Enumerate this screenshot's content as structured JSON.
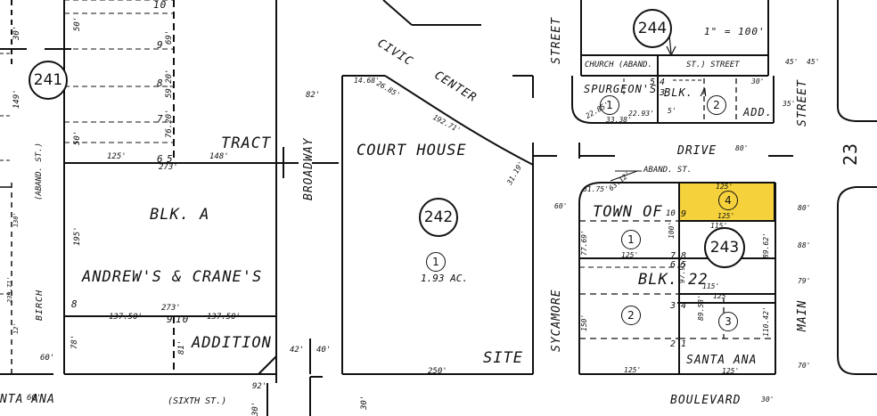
{
  "book_pages": {
    "p241": "241",
    "p242": "242",
    "p243": "243",
    "p244": "244"
  },
  "scale_note": "1\" = 100'",
  "route_number": "23",
  "streets": {
    "birch": "BIRCH",
    "aband_st": "(ABAND. ST.)",
    "broadway": "BROADWAY",
    "sycamore_street": "STREET",
    "sycamore": "SYCAMORE",
    "main": "MAIN",
    "main_street": "STREET",
    "civic": "CIVIC",
    "center": "CENTER",
    "drive": "DRIVE",
    "boulevard": "BOULEVARD",
    "santa_ana_left": "NTA ANA",
    "sixth_st": "(SIXTH ST.)",
    "church_aband": "CHURCH (ABAND.",
    "st_street": "ST.) STREET",
    "aband_st_note": "ABAND. ST."
  },
  "labels": {
    "tract": "TRACT",
    "blk_a_left": "BLK. A",
    "andrews_crane": "ANDREW'S & CRANE'S",
    "addition_left": "ADDITION",
    "court_house": "COURT HOUSE",
    "site": "SITE",
    "acreage": "1.93 AC.",
    "town_of": "TOWN OF",
    "blk_22": "BLK. 22",
    "santa_ana_right": "SANTA ANA",
    "spurgeons": "SPURGEON'S",
    "blk_a_top": "BLK. A",
    "add": "ADD."
  },
  "parcels": {
    "p1_court": "1",
    "p1_town": "1",
    "p2_town": "2",
    "p3_town": "3",
    "p4_town": "4",
    "p1_spurgeon": "1",
    "p2_spurgeon": "2"
  },
  "lot_numbers": {
    "l10": "10",
    "l9": "9",
    "l8": "8",
    "l7": "7",
    "l6": "6",
    "l5": "5",
    "l8b": "8",
    "l9b": "9",
    "l10b": "10",
    "t10": "10",
    "t9": "9",
    "t7": "7",
    "t8": "8",
    "t6": "6",
    "t5": "5",
    "t3": "3",
    "t4": "4",
    "t2": "2",
    "t1": "1",
    "s5": "5",
    "s4": "4",
    "s3": "3"
  },
  "dimensions": {
    "d125_a": "125'",
    "d148": "148'",
    "d279": "273'",
    "d137a": "137.50'",
    "d137b": "137.50'",
    "d273": "273'",
    "d195": "195'",
    "d50a": "50'",
    "d50b": "50'",
    "d60a": "60'",
    "d60b": "60'",
    "d82": "82'",
    "d42": "42'",
    "d40": "40'",
    "d92": "92'",
    "d30a": "30'",
    "d250": "250'",
    "d1468": "14.68'",
    "d2685": "26.85'",
    "d19271": "192.71'",
    "d3119": "31.19'",
    "d125_t1": "125'",
    "d125_t2": "125'",
    "d125_t3": "125'",
    "d125_t4": "125'",
    "d125_t5": "125'",
    "d125_t6": "125'",
    "d115": "115'",
    "d115b": "115'",
    "d100": "100'",
    "d80": "80'",
    "d88": "88'",
    "d79": "79'",
    "d70": "70'",
    "d80b": "80'",
    "d45a": "45'",
    "d45b": "45'",
    "d35": "35'",
    "d30b": "30'",
    "d30c": "30'",
    "d60c": "60'",
    "d7769": "77.69'",
    "d150": "150'",
    "d3079": "30'",
    "d6175": "61.75'",
    "d6312": "63.12'",
    "d9795": "97.95'",
    "d11042": "110.42'",
    "d8962": "89.58'",
    "d8961": "89.62'",
    "d2285": "22.85'",
    "d5": "5'",
    "d2293": "22.93'",
    "d3332": "33.38'",
    "d59": "59.20'",
    "d76": "76.20'",
    "d69": "69'",
    "d149": "149'",
    "d130": "130'",
    "d23971": "239.71'",
    "d12": "12'",
    "d78": "78'",
    "d81": "81'",
    "d30d": "30'"
  },
  "colors": {
    "highlight": "#f5d23c",
    "line": "#111111",
    "paper": "#ffffff"
  }
}
